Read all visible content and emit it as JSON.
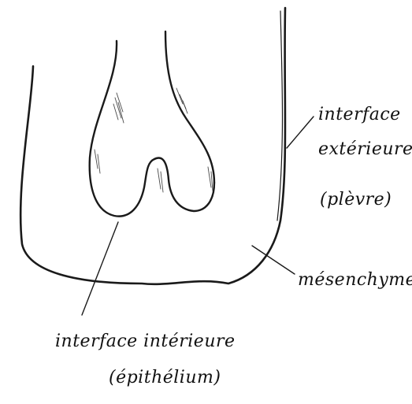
{
  "labels": {
    "outer_line1": "interface",
    "outer_line2": "extérieure",
    "outer_line3": "(plèvre)",
    "mesenchyme": "mésenchyme",
    "inner_line1": "interface intérieure",
    "inner_line2": "(épithélium)"
  },
  "colors": {
    "ink": "#1a1a1a",
    "paper": "#ffffff"
  }
}
